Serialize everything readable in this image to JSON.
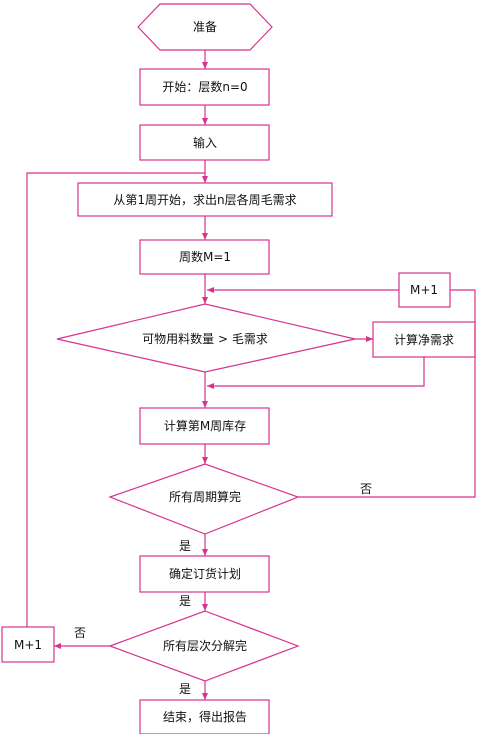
{
  "colors": {
    "stroke": "#d6338f",
    "text": "#111111",
    "background": "#ffffff"
  },
  "nodes": {
    "prepare": "准备",
    "start": "开始：层数n=0",
    "input": "输入",
    "gross": "从第1周开始，求出n层各周毛需求",
    "week_init": "周数M=1",
    "compare": "可物用料数量 > 毛需求",
    "net": "计算净需求",
    "inc_m_top": "M+1",
    "inventory": "计算第M周库存",
    "all_weeks": "所有周期算完",
    "plan": "确定订货计划",
    "all_levels": "所有层次分解完",
    "inc_m_left": "M+1",
    "end": "结束，得出报告"
  },
  "edge_labels": {
    "weeks_no": "否",
    "weeks_yes": "是",
    "plan_yes": "是",
    "levels_no": "否",
    "levels_yes": "是"
  }
}
